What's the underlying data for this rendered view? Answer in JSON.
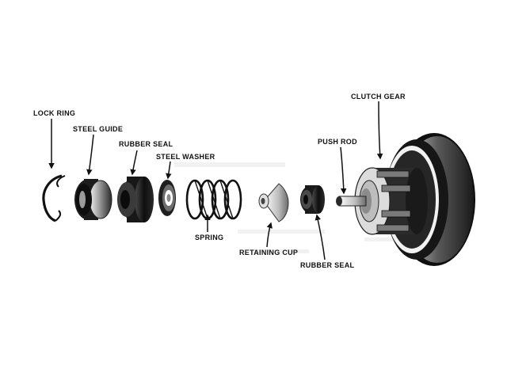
{
  "labels": {
    "lock_ring": "LOCK RING",
    "steel_guide": "STEEL GUIDE",
    "rubber_seal_1": "RUBBER SEAL",
    "steel_washer": "STEEL WASHER",
    "spring": "SPRING",
    "retaining_cup": "RETAINING CUP",
    "rubber_seal_2": "RUBBER SEAL",
    "push_rod": "PUSH ROD",
    "clutch_gear": "CLUTCH GEAR"
  },
  "colors": {
    "ink": "#111111",
    "dark": "#1c1c1c",
    "mid": "#6a6a6a",
    "light": "#cfcfcf",
    "paper": "#ffffff"
  }
}
